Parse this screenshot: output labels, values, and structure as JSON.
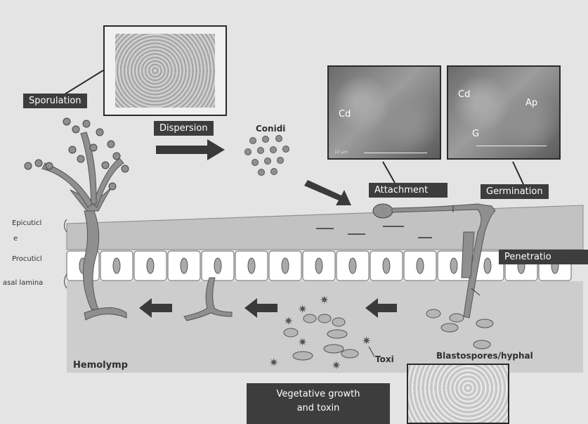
{
  "labels": {
    "sporulation": "Sporulation",
    "dispersion": "Dispersion",
    "conidi": "Conidi",
    "attachment": "Attachment",
    "germination": "Germination",
    "penetration": "Penetratio",
    "epicuticle_line1": "Epicuticl",
    "epicuticle_line2": "e",
    "procuticle": "Procuticl",
    "basal_lamina": "asal lamina",
    "hemolymph": "Hemolymp",
    "toxin": "Toxi",
    "blastospores": "Blastospores/hyphal",
    "vegetative_line1": "Vegetative growth",
    "vegetative_line2": "and toxin"
  },
  "photo_labels": {
    "attach_cd": "Cd",
    "germ_cd": "Cd",
    "germ_ap": "Ap",
    "germ_g": "G",
    "scale": "10 µm"
  },
  "colors": {
    "fungus_fill": "#8f8f8f",
    "cuticle_fill": "#c2c2c2",
    "cell_fill": "#ffffff",
    "nucleus_fill": "#a9a9a9",
    "hemolymph_fill": "#cdcdcd",
    "label_bg": "#3d3d3d",
    "arrow_fill": "#3a3a3a"
  }
}
